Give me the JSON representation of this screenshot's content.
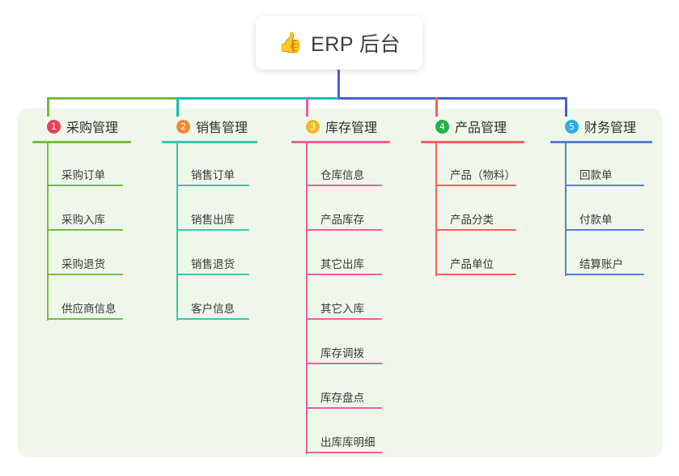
{
  "root": {
    "icon": "thumbs-up-icon",
    "icon_glyph": "👍",
    "title": "ERP 后台"
  },
  "connector": {
    "stem_color": "#4d5fc4",
    "bar_segments": [
      {
        "color": "#79bb41"
      },
      {
        "color": "#10c0ae"
      },
      {
        "color": "#4d5fc4"
      }
    ],
    "drops": [
      {
        "color": "#79bb41"
      },
      {
        "color": "#10c0ae"
      },
      {
        "color": "#ec5f9e"
      },
      {
        "color": "#f2605f"
      },
      {
        "color": "#4d5fc4"
      }
    ]
  },
  "panel": {
    "background": "#eef7e9"
  },
  "columns": [
    {
      "index": "1",
      "badge_glyph": "1",
      "badge_color": "#ea3f5d",
      "line_color": "#79bb41",
      "title": "采购管理",
      "items": [
        {
          "label": "采购订单"
        },
        {
          "label": "采购入库"
        },
        {
          "label": "采购退货"
        },
        {
          "label": "供应商信息"
        }
      ]
    },
    {
      "index": "2",
      "badge_glyph": "2",
      "badge_color": "#f08a35",
      "line_color": "#3fc3b4",
      "title": "销售管理",
      "items": [
        {
          "label": "销售订单"
        },
        {
          "label": "销售出库"
        },
        {
          "label": "销售退货"
        },
        {
          "label": "客户信息"
        }
      ]
    },
    {
      "index": "3",
      "badge_glyph": "3",
      "badge_color": "#f6b82b",
      "line_color": "#ec5f9e",
      "title": "库存管理",
      "items": [
        {
          "label": "仓库信息"
        },
        {
          "label": "产品库存"
        },
        {
          "label": "其它出库"
        },
        {
          "label": "其它入库"
        },
        {
          "label": "库存调拨"
        },
        {
          "label": "库存盘点"
        },
        {
          "label": "出库库明细"
        }
      ]
    },
    {
      "index": "4",
      "badge_glyph": "4",
      "badge_color": "#20b24b",
      "line_color": "#f2605f",
      "title": "产品管理",
      "items": [
        {
          "label": "产品（物料）"
        },
        {
          "label": "产品分类"
        },
        {
          "label": "产品单位"
        }
      ]
    },
    {
      "index": "5",
      "badge_glyph": "5",
      "badge_color": "#29aee3",
      "line_color": "#5b7fd4",
      "title": "财务管理",
      "items": [
        {
          "label": "回款单"
        },
        {
          "label": "付款单"
        },
        {
          "label": "结算账户"
        }
      ]
    }
  ]
}
